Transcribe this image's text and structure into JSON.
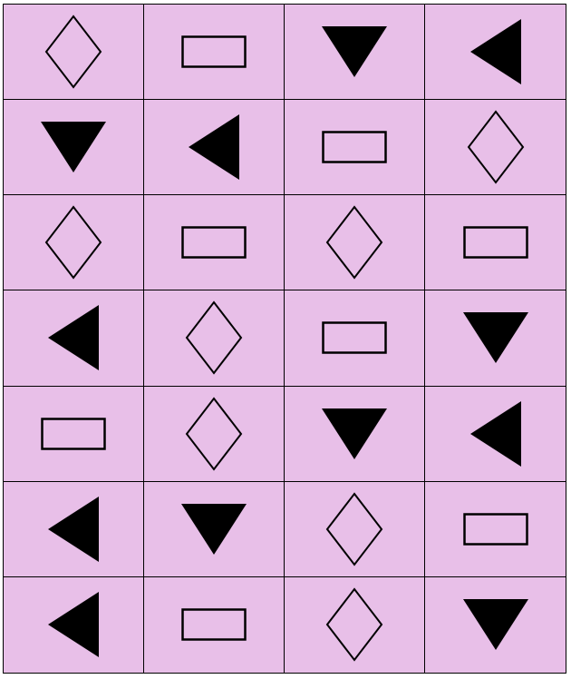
{
  "board": {
    "rows": 7,
    "cols": 4,
    "background_color": "#e8bfe8",
    "line_color": "#000000",
    "cells": [
      [
        "diamond-outline",
        "rectangle-outline",
        "triangle-down-filled",
        "triangle-left-filled"
      ],
      [
        "triangle-down-filled",
        "triangle-left-filled",
        "rectangle-outline",
        "diamond-outline"
      ],
      [
        "diamond-outline",
        "rectangle-outline",
        "diamond-outline",
        "rectangle-outline"
      ],
      [
        "triangle-left-filled",
        "diamond-outline",
        "rectangle-outline",
        "triangle-down-filled"
      ],
      [
        "rectangle-outline",
        "diamond-outline",
        "triangle-down-filled",
        "triangle-left-filled"
      ],
      [
        "triangle-left-filled",
        "triangle-down-filled",
        "diamond-outline",
        "rectangle-outline"
      ],
      [
        "triangle-left-filled",
        "rectangle-outline",
        "diamond-outline",
        "triangle-down-filled"
      ]
    ]
  }
}
